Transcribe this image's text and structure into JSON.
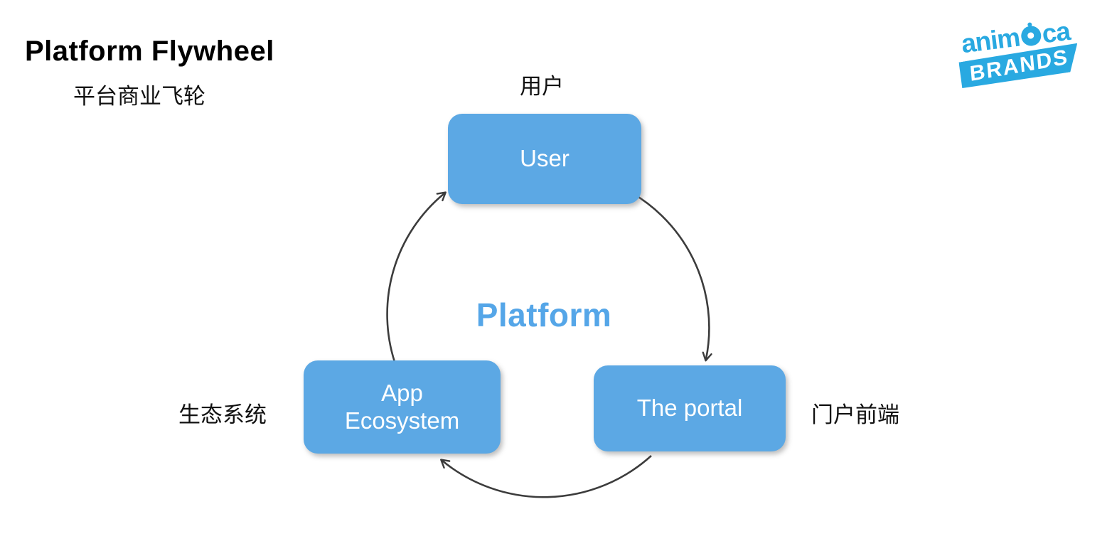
{
  "header": {
    "title": "Platform Flywheel",
    "subtitle_zh": "平台商业飞轮"
  },
  "logo": {
    "word1_pre": "anim",
    "word1_post": "ca",
    "word2": "BRANDS"
  },
  "diagram": {
    "center_label": "Platform",
    "nodes": [
      {
        "id": "user",
        "label": "User",
        "ext_label_zh": "用户"
      },
      {
        "id": "portal",
        "label": "The portal",
        "ext_label_zh": "门户前端"
      },
      {
        "id": "app-ecosystem",
        "label": "App Ecosystem",
        "ext_label_zh": "生态系统"
      }
    ],
    "flow": [
      "User -> The portal",
      "The portal -> App Ecosystem",
      "App Ecosystem -> User"
    ]
  },
  "colors": {
    "node_fill": "#5CA8E4",
    "node_text": "#ffffff",
    "center_text": "#55A6E8",
    "arrow": "#3c3c3c",
    "logo_blue": "#29A9E1",
    "title_text": "#000000"
  }
}
